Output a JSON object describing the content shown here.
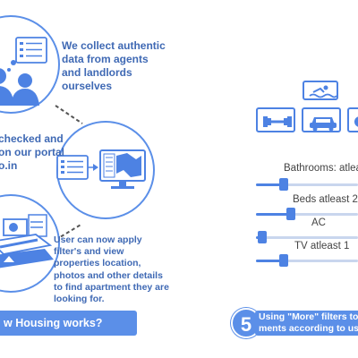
{
  "steps": {
    "collect": "We collect authentic data from agents and landlords ourselves",
    "portal_line1": "checked and",
    "portal_line2": "on our portal",
    "portal_line3": "o.in",
    "filters": "User can now apply filter's and view properties location, photos and other details to find apartment they are looking for."
  },
  "banner_left": "w Housing works?",
  "step_badge": "5",
  "banner_right_line1": "Using \"More\" filters to",
  "banner_right_line2": "ments according to us",
  "filters": [
    {
      "label": "Bathrooms: atleast",
      "level": 0.25
    },
    {
      "label": "Beds atleast 2",
      "level": 0.33
    },
    {
      "label": "AC",
      "level": 0.02
    },
    {
      "label": "TV atleast 1",
      "level": 0.25
    }
  ],
  "amenity_icons": [
    "swimming-pool-icon",
    "gym-dumbbell-icon",
    "car-parking-icon",
    "partial-icon"
  ],
  "colors": {
    "accent": "#4d82e3",
    "text": "#3f69b4",
    "banner": "#5b8fe8",
    "connector": "#555555"
  }
}
